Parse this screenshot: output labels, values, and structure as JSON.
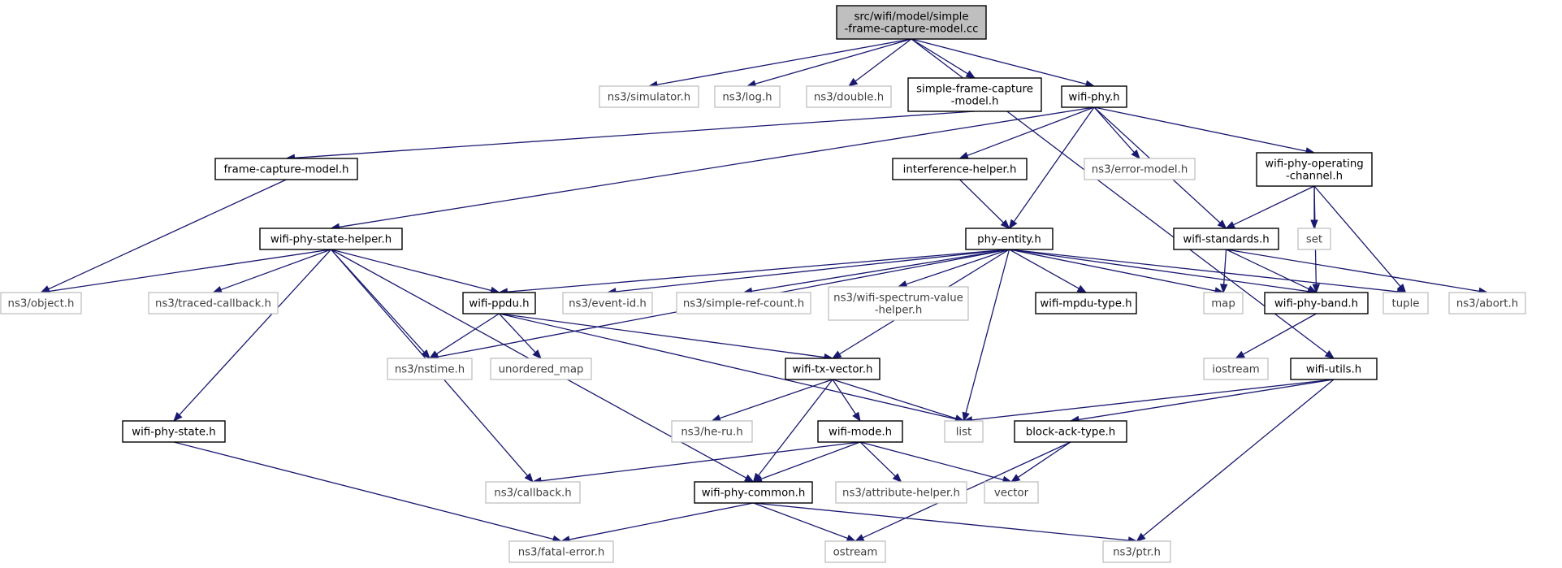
{
  "diagram": {
    "type": "include-dependency-graph",
    "colors": {
      "edge": "#191970",
      "root_fill": "#bfbfbf",
      "local_border": "#000000",
      "external_border": "#bfbfbf"
    },
    "nodes": {
      "root": {
        "lines": [
          "src/wifi/model/simple",
          "-frame-capture-model.cc"
        ],
        "kind": "root"
      },
      "simulator": {
        "lines": [
          "ns3/simulator.h"
        ],
        "kind": "external"
      },
      "log": {
        "lines": [
          "ns3/log.h"
        ],
        "kind": "external"
      },
      "double": {
        "lines": [
          "ns3/double.h"
        ],
        "kind": "external"
      },
      "sfcm_h": {
        "lines": [
          "simple-frame-capture",
          "-model.h"
        ],
        "kind": "local"
      },
      "wifi_phy": {
        "lines": [
          "wifi-phy.h"
        ],
        "kind": "local"
      },
      "frame_capture": {
        "lines": [
          "frame-capture-model.h"
        ],
        "kind": "local"
      },
      "interference": {
        "lines": [
          "interference-helper.h"
        ],
        "kind": "local"
      },
      "error_model": {
        "lines": [
          "ns3/error-model.h"
        ],
        "kind": "external"
      },
      "op_channel": {
        "lines": [
          "wifi-phy-operating",
          "-channel.h"
        ],
        "kind": "local"
      },
      "state_helper": {
        "lines": [
          "wifi-phy-state-helper.h"
        ],
        "kind": "local"
      },
      "phy_entity": {
        "lines": [
          "phy-entity.h"
        ],
        "kind": "local"
      },
      "standards": {
        "lines": [
          "wifi-standards.h"
        ],
        "kind": "local"
      },
      "set": {
        "lines": [
          "set"
        ],
        "kind": "external"
      },
      "object": {
        "lines": [
          "ns3/object.h"
        ],
        "kind": "external"
      },
      "traced_cb": {
        "lines": [
          "ns3/traced-callback.h"
        ],
        "kind": "external"
      },
      "ppdu": {
        "lines": [
          "wifi-ppdu.h"
        ],
        "kind": "local"
      },
      "event_id": {
        "lines": [
          "ns3/event-id.h"
        ],
        "kind": "external"
      },
      "simple_ref": {
        "lines": [
          "ns3/simple-ref-count.h"
        ],
        "kind": "external"
      },
      "spectrum": {
        "lines": [
          "ns3/wifi-spectrum-value",
          "-helper.h"
        ],
        "kind": "external"
      },
      "mpdu_type": {
        "lines": [
          "wifi-mpdu-type.h"
        ],
        "kind": "local"
      },
      "map": {
        "lines": [
          "map"
        ],
        "kind": "external"
      },
      "band": {
        "lines": [
          "wifi-phy-band.h"
        ],
        "kind": "local"
      },
      "tuple": {
        "lines": [
          "tuple"
        ],
        "kind": "external"
      },
      "abort": {
        "lines": [
          "ns3/abort.h"
        ],
        "kind": "external"
      },
      "nstime": {
        "lines": [
          "ns3/nstime.h"
        ],
        "kind": "external"
      },
      "unordered_map": {
        "lines": [
          "unordered_map"
        ],
        "kind": "external"
      },
      "tx_vector": {
        "lines": [
          "wifi-tx-vector.h"
        ],
        "kind": "local"
      },
      "iostream": {
        "lines": [
          "iostream"
        ],
        "kind": "external"
      },
      "utils": {
        "lines": [
          "wifi-utils.h"
        ],
        "kind": "local"
      },
      "phy_state": {
        "lines": [
          "wifi-phy-state.h"
        ],
        "kind": "local"
      },
      "he_ru": {
        "lines": [
          "ns3/he-ru.h"
        ],
        "kind": "external"
      },
      "mode": {
        "lines": [
          "wifi-mode.h"
        ],
        "kind": "local"
      },
      "list": {
        "lines": [
          "list"
        ],
        "kind": "external"
      },
      "block_ack": {
        "lines": [
          "block-ack-type.h"
        ],
        "kind": "local"
      },
      "callback": {
        "lines": [
          "ns3/callback.h"
        ],
        "kind": "external"
      },
      "phy_common": {
        "lines": [
          "wifi-phy-common.h"
        ],
        "kind": "local"
      },
      "attr_helper": {
        "lines": [
          "ns3/attribute-helper.h"
        ],
        "kind": "external"
      },
      "vector": {
        "lines": [
          "vector"
        ],
        "kind": "external"
      },
      "fatal_error": {
        "lines": [
          "ns3/fatal-error.h"
        ],
        "kind": "external"
      },
      "ostream": {
        "lines": [
          "ostream"
        ],
        "kind": "external"
      },
      "ptr": {
        "lines": [
          "ns3/ptr.h"
        ],
        "kind": "external"
      }
    },
    "edges": [
      [
        "root",
        "simulator"
      ],
      [
        "root",
        "log"
      ],
      [
        "root",
        "double"
      ],
      [
        "root",
        "sfcm_h"
      ],
      [
        "root",
        "wifi_phy"
      ],
      [
        "root",
        "utils"
      ],
      [
        "sfcm_h",
        "frame_capture"
      ],
      [
        "frame_capture",
        "object"
      ],
      [
        "wifi_phy",
        "state_helper"
      ],
      [
        "wifi_phy",
        "interference"
      ],
      [
        "wifi_phy",
        "phy_entity"
      ],
      [
        "wifi_phy",
        "error_model"
      ],
      [
        "wifi_phy",
        "op_channel"
      ],
      [
        "wifi_phy",
        "standards"
      ],
      [
        "interference",
        "phy_entity"
      ],
      [
        "op_channel",
        "standards"
      ],
      [
        "op_channel",
        "set"
      ],
      [
        "op_channel",
        "band"
      ],
      [
        "op_channel",
        "tuple"
      ],
      [
        "state_helper",
        "object"
      ],
      [
        "state_helper",
        "traced_cb"
      ],
      [
        "state_helper",
        "ppdu"
      ],
      [
        "state_helper",
        "nstime"
      ],
      [
        "state_helper",
        "phy_state"
      ],
      [
        "state_helper",
        "callback"
      ],
      [
        "state_helper",
        "phy_common"
      ],
      [
        "phy_entity",
        "nstime"
      ],
      [
        "phy_entity",
        "ppdu"
      ],
      [
        "phy_entity",
        "event_id"
      ],
      [
        "phy_entity",
        "simple_ref"
      ],
      [
        "phy_entity",
        "spectrum"
      ],
      [
        "phy_entity",
        "mpdu_type"
      ],
      [
        "phy_entity",
        "map"
      ],
      [
        "phy_entity",
        "band"
      ],
      [
        "phy_entity",
        "tuple"
      ],
      [
        "phy_entity",
        "list"
      ],
      [
        "phy_entity",
        "tx_vector"
      ],
      [
        "standards",
        "map"
      ],
      [
        "standards",
        "band"
      ],
      [
        "standards",
        "abort"
      ],
      [
        "ppdu",
        "nstime"
      ],
      [
        "ppdu",
        "unordered_map"
      ],
      [
        "ppdu",
        "tx_vector"
      ],
      [
        "ppdu",
        "list"
      ],
      [
        "band",
        "iostream"
      ],
      [
        "utils",
        "list"
      ],
      [
        "utils",
        "block_ack"
      ],
      [
        "utils",
        "ptr"
      ],
      [
        "tx_vector",
        "he_ru"
      ],
      [
        "tx_vector",
        "mode"
      ],
      [
        "tx_vector",
        "list"
      ],
      [
        "tx_vector",
        "phy_common"
      ],
      [
        "phy_state",
        "fatal_error"
      ],
      [
        "mode",
        "callback"
      ],
      [
        "mode",
        "phy_common"
      ],
      [
        "mode",
        "attr_helper"
      ],
      [
        "mode",
        "vector"
      ],
      [
        "block_ack",
        "vector"
      ],
      [
        "block_ack",
        "ostream"
      ],
      [
        "phy_common",
        "fatal_error"
      ],
      [
        "phy_common",
        "ostream"
      ],
      [
        "phy_common",
        "ptr"
      ]
    ]
  }
}
